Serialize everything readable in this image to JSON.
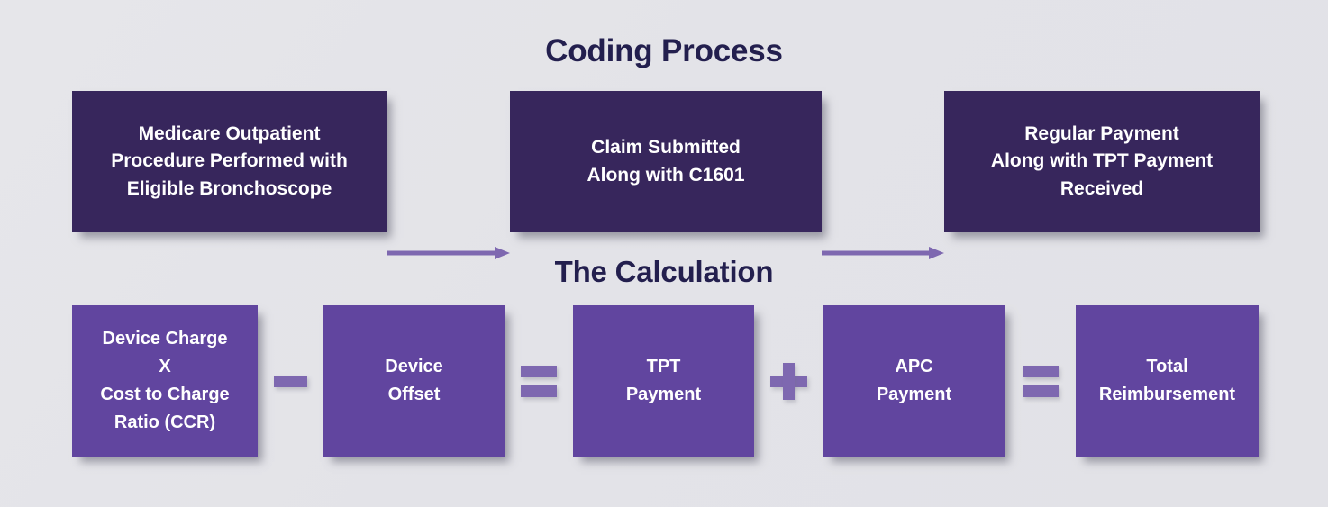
{
  "background_color": "#E4E4E9",
  "colors": {
    "title": "#231F4E",
    "process_box": "#37265C",
    "calculation_box": "#61459F",
    "accent": "#7E68B0",
    "box_text": "#FFFFFF"
  },
  "sections": {
    "coding_process": {
      "title": "Coding Process",
      "boxes": [
        {
          "label": "Medicare Outpatient\nProcedure Performed with\nEligible Bronchoscope"
        },
        {
          "label": "Claim Submitted\nAlong with C1601"
        },
        {
          "label": "Regular Payment\nAlong with TPT Payment\nReceived"
        }
      ],
      "connectors": [
        {
          "icon": "arrow-right-icon"
        },
        {
          "icon": "arrow-right-icon"
        }
      ]
    },
    "calculation": {
      "title": "The Calculation",
      "boxes": [
        {
          "label": "Device Charge\nX\nCost to Charge\nRatio (CCR)"
        },
        {
          "label": "Device\nOffset"
        },
        {
          "label": "TPT\nPayment"
        },
        {
          "label": "APC\nPayment"
        },
        {
          "label": "Total\nReimbursement"
        }
      ],
      "operators": [
        {
          "symbol": "−",
          "icon": "minus-icon"
        },
        {
          "symbol": "=",
          "icon": "equals-icon"
        },
        {
          "symbol": "+",
          "icon": "plus-icon"
        },
        {
          "symbol": "=",
          "icon": "equals-icon"
        }
      ]
    }
  }
}
